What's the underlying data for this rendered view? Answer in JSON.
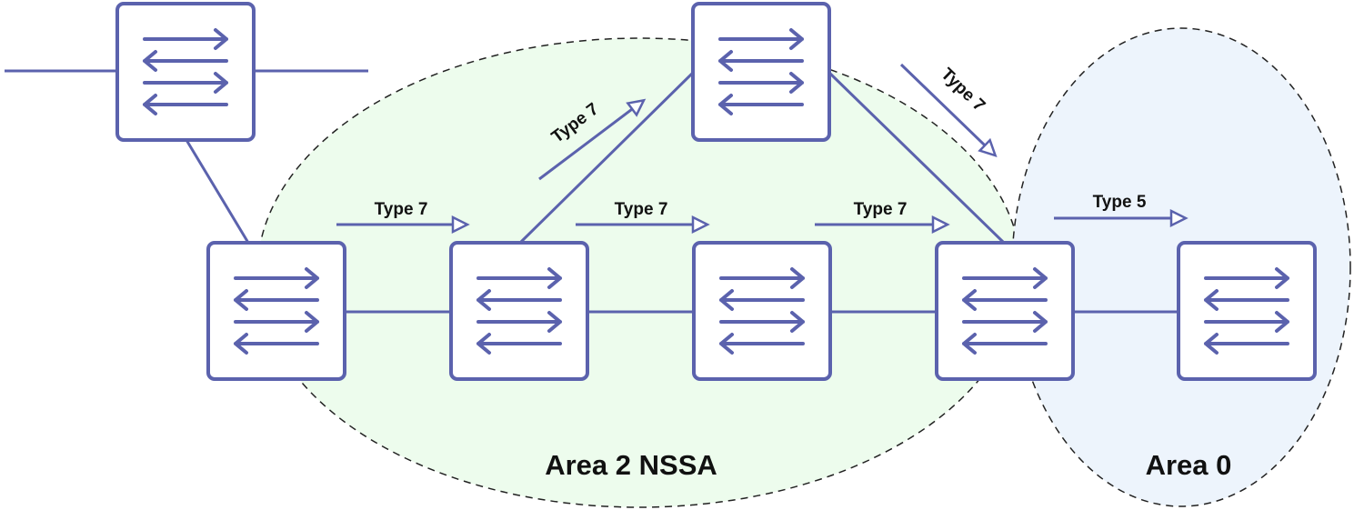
{
  "colors": {
    "router_stroke": "#5b62ad",
    "area_nssa_fill": "#edfced",
    "area_backbone_fill": "#edf4fc",
    "area_border": "#222222"
  },
  "areas": {
    "nssa": {
      "label": "Area 2 NSSA"
    },
    "backbone": {
      "label": "Area 0"
    }
  },
  "lsa_labels": {
    "type7": "Type 7",
    "type5": "Type 5"
  },
  "routers": [
    {
      "id": "external",
      "icon": "router-icon"
    },
    {
      "id": "asbr",
      "icon": "router-icon"
    },
    {
      "id": "nssa-2",
      "icon": "router-icon"
    },
    {
      "id": "nssa-top",
      "icon": "router-icon"
    },
    {
      "id": "nssa-3",
      "icon": "router-icon"
    },
    {
      "id": "abr",
      "icon": "router-icon"
    },
    {
      "id": "area0",
      "icon": "router-icon"
    }
  ]
}
